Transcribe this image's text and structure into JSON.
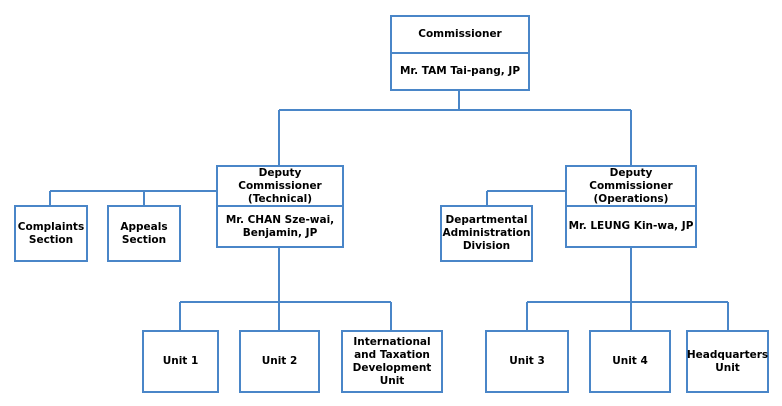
{
  "accent_color": "#4a86c8",
  "commissioner": {
    "title": "Commissioner",
    "name": "Mr. TAM Tai-pang, JP"
  },
  "deputy_technical": {
    "title": "Deputy Commissioner (Technical)",
    "name": "Mr. CHAN Sze-wai, Benjamin, JP"
  },
  "deputy_operations": {
    "title": "Deputy Commissioner (Operations)",
    "name": "Mr. LEUNG Kin-wa, JP"
  },
  "sections": {
    "complaints": "Complaints Section",
    "appeals": "Appeals Section",
    "admin_division": "Departmental Administration Division"
  },
  "units": {
    "unit1": "Unit 1",
    "unit2": "Unit 2",
    "intl_tax": "International and Taxation Development Unit",
    "unit3": "Unit 3",
    "unit4": "Unit 4",
    "hq": "Headquarters Unit"
  }
}
